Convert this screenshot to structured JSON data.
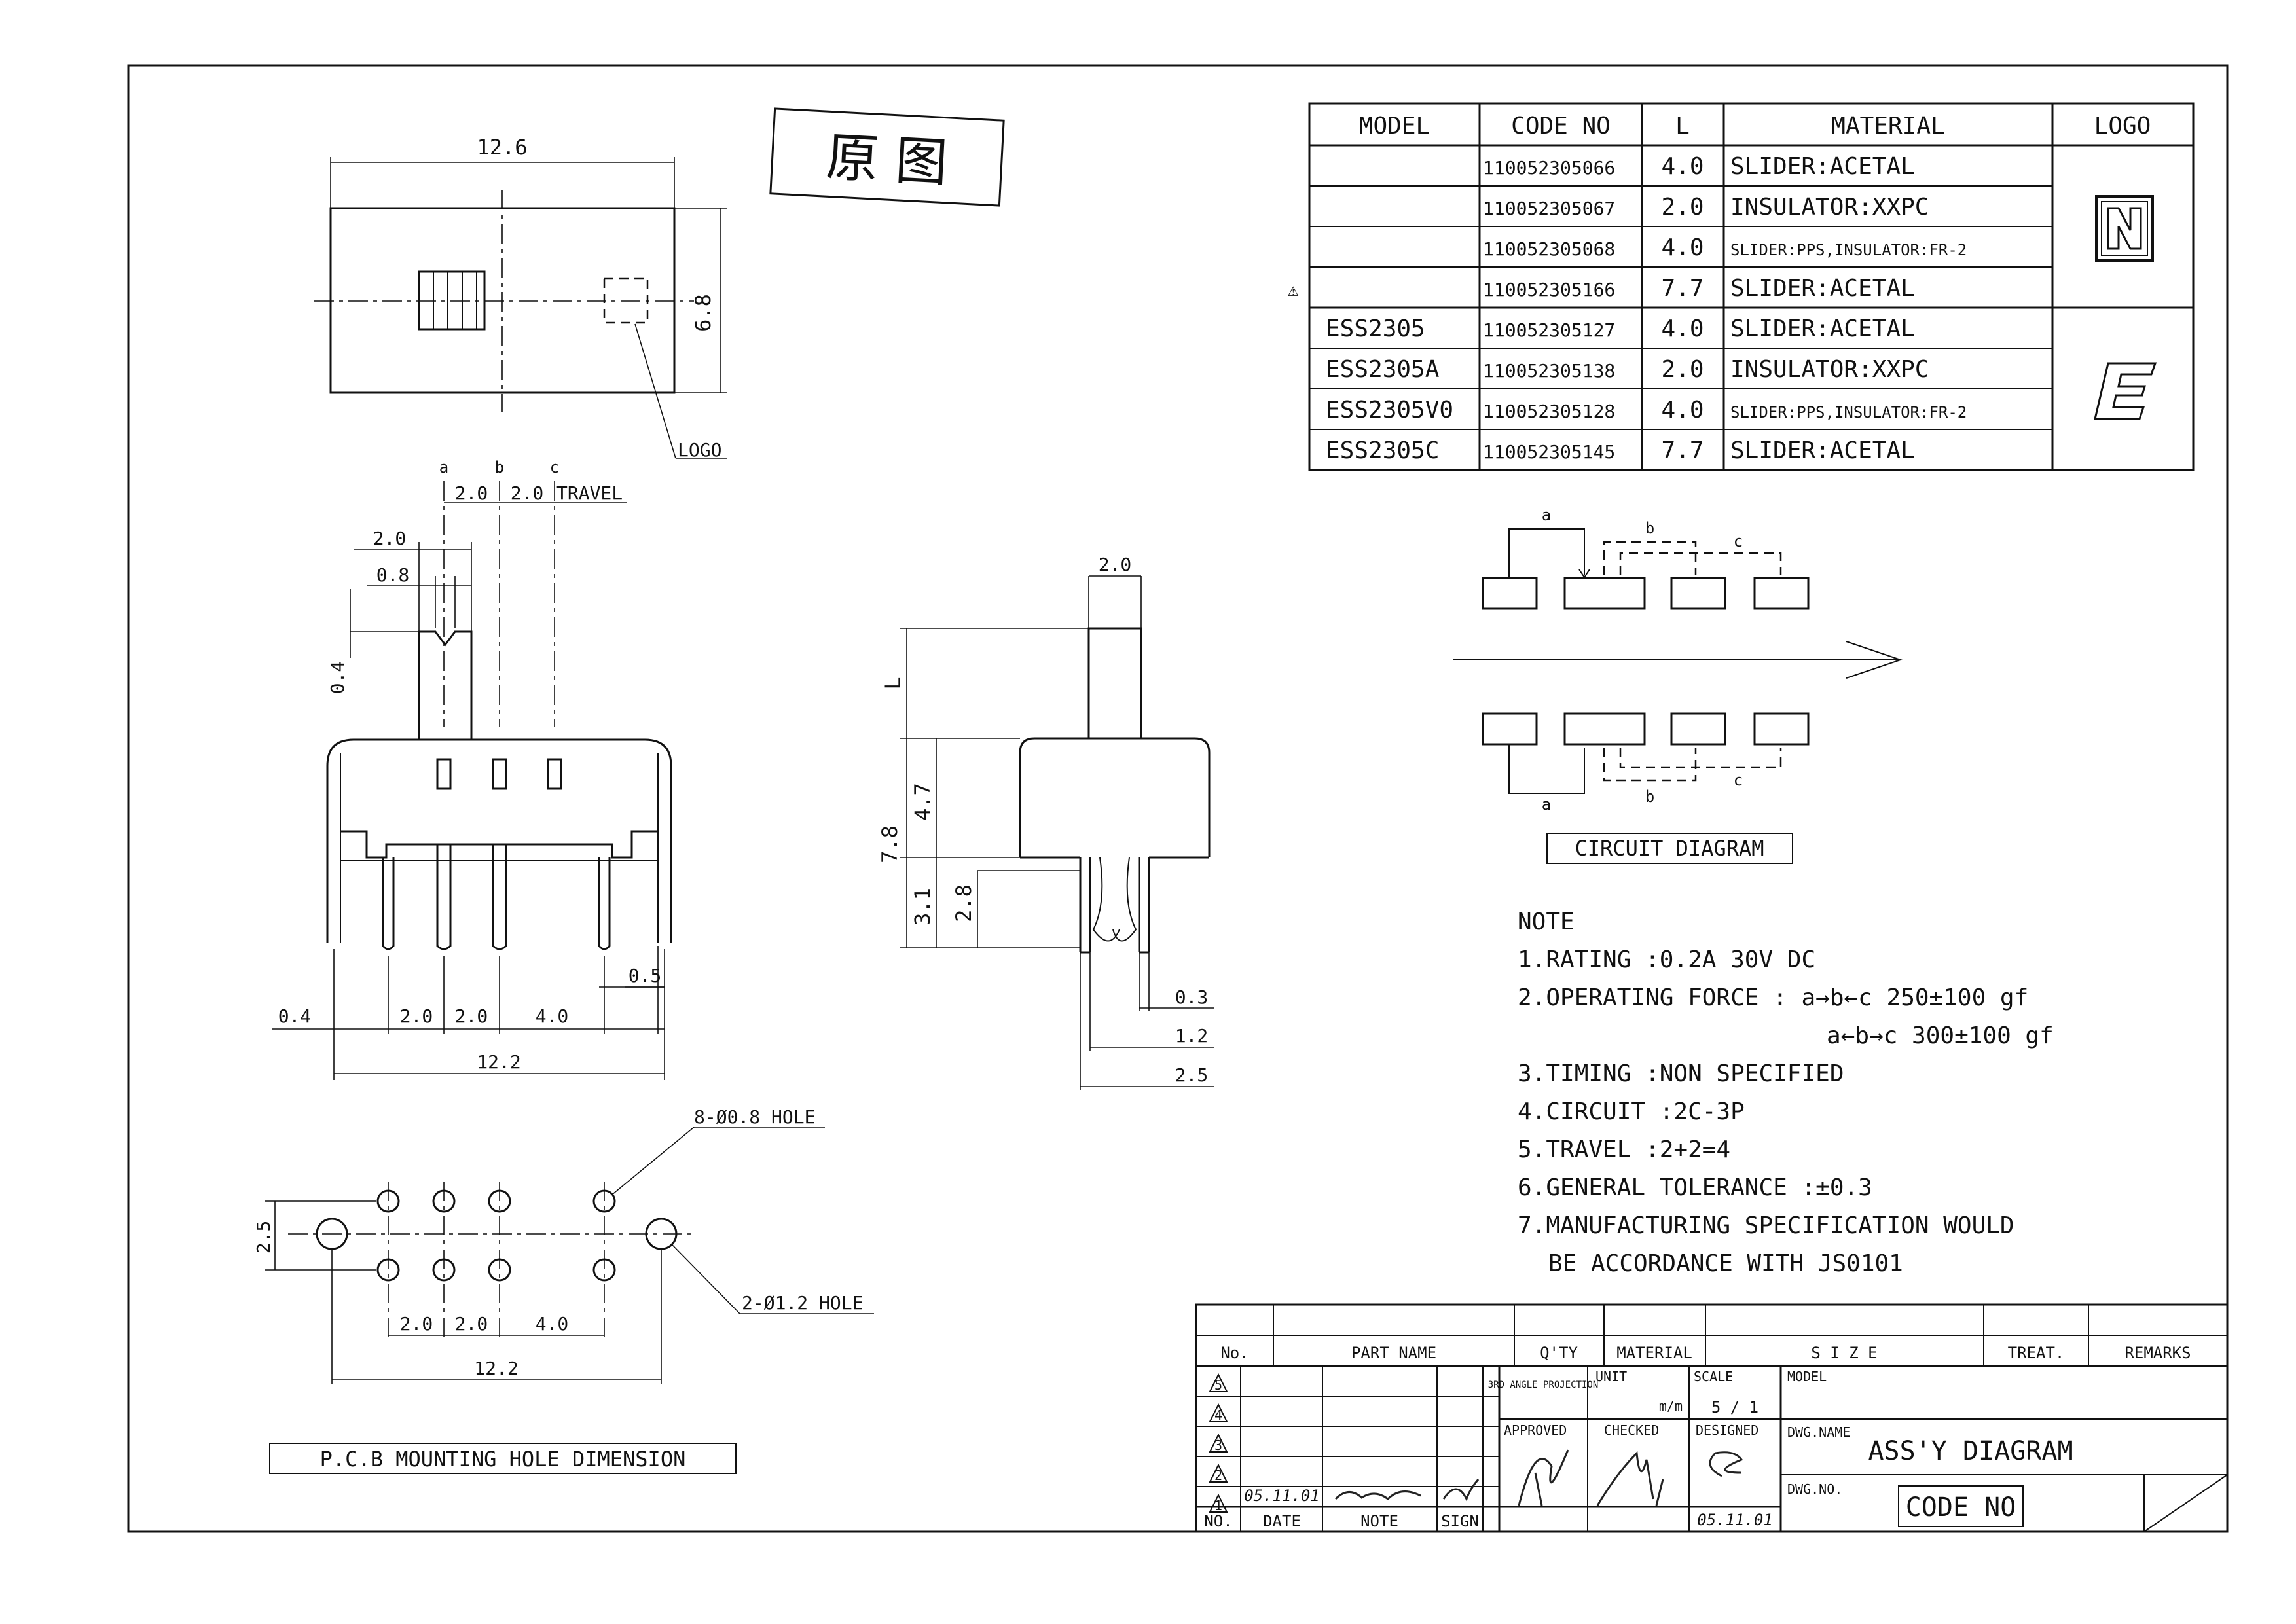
{
  "drawing": {
    "stamp": "原 图",
    "logo_label": "LOGO",
    "top_view": {
      "width": "12.6",
      "height": "6.8"
    },
    "front_view": {
      "pos_labels": [
        "a",
        "b",
        "c"
      ],
      "travel": "2.0 2.0 TRAVEL",
      "travel_a": "2.0",
      "travel_b": "2.0",
      "travel_text": "TRAVEL",
      "dim_2_0": "2.0",
      "dim_0_8": "0.8",
      "dim_0_4_v": "0.4",
      "dim_0_5": "0.5",
      "dim_0_4": "0.4",
      "dim_p1": "2.0",
      "dim_p2": "2.0",
      "dim_p3": "4.0",
      "dim_total": "12.2"
    },
    "side_view": {
      "dim_top": "2.0",
      "dim_L": "L",
      "dim_7_8": "7.8",
      "dim_4_7": "4.7",
      "dim_3_1": "3.1",
      "dim_2_8": "2.8",
      "dim_0_3": "0.3",
      "dim_1_2": "1.2",
      "dim_2_5": "2.5"
    },
    "pcb": {
      "hole_small": "8-Ø0.8 HOLE",
      "hole_large": "2-Ø1.2 HOLE",
      "dim_2_5": "2.5",
      "dim_p1": "2.0",
      "dim_p2": "2.0",
      "dim_p3": "4.0",
      "dim_total": "12.2",
      "caption": "P.C.B MOUNTING HOLE DIMENSION"
    }
  },
  "model_table": {
    "headers": [
      "MODEL",
      "CODE NO",
      "L",
      "MATERIAL",
      "LOGO"
    ],
    "rows": [
      {
        "mark": "",
        "model": "",
        "code": "110052305066",
        "l": "4.0",
        "material": "SLIDER:ACETAL"
      },
      {
        "mark": "",
        "model": "",
        "code": "110052305067",
        "l": "2.0",
        "material": "INSULATOR:XXPC"
      },
      {
        "mark": "",
        "model": "",
        "code": "110052305068",
        "l": "4.0",
        "material": "SLIDER:PPS,INSULATOR:FR-2"
      },
      {
        "mark": "⚠",
        "model": "",
        "code": "110052305166",
        "l": "7.7",
        "material": "SLIDER:ACETAL"
      },
      {
        "mark": "",
        "model": "ESS2305",
        "code": "110052305127",
        "l": "4.0",
        "material": "SLIDER:ACETAL"
      },
      {
        "mark": "",
        "model": "ESS2305A",
        "code": "110052305138",
        "l": "2.0",
        "material": "INSULATOR:XXPC"
      },
      {
        "mark": "",
        "model": "ESS2305V0",
        "code": "110052305128",
        "l": "4.0",
        "material": "SLIDER:PPS,INSULATOR:FR-2"
      },
      {
        "mark": "",
        "model": "ESS2305C",
        "code": "110052305145",
        "l": "7.7",
        "material": "SLIDER:ACETAL"
      }
    ],
    "logos": [
      "N",
      "E"
    ]
  },
  "circuit": {
    "labels": [
      "a",
      "b",
      "c"
    ],
    "caption": "CIRCUIT DIAGRAM"
  },
  "notes": {
    "heading": "NOTE",
    "items": [
      "1.RATING :0.2A 30V DC",
      "2.OPERATING FORCE : a→b←c 250±100 gf",
      "a←b→c 300±100 gf",
      "3.TIMING :NON SPECIFIED",
      "4.CIRCUIT :2C-3P",
      "5.TRAVEL :2+2=4",
      "6.GENERAL TOLERANCE :±0.3",
      "7.MANUFACTURING SPECIFICATION WOULD",
      "BE ACCORDANCE WITH JS0101"
    ]
  },
  "title_block": {
    "headers": [
      "No.",
      "PART NAME",
      "Q'TY",
      "MATERIAL",
      "S I Z E",
      "TREAT.",
      "REMARKS"
    ],
    "revisions": [
      "5",
      "4",
      "3",
      "2",
      "1"
    ],
    "rev1_date": "05.11.01",
    "footer": [
      "NO.",
      "DATE",
      "NOTE",
      "SIGN"
    ],
    "projection": "3RD ANGLE PROJECTION",
    "unit_label": "UNIT",
    "unit_value": "m/m",
    "scale_label": "SCALE",
    "scale_value": "5 / 1",
    "model_label": "MODEL",
    "approved_label": "APPROVED",
    "checked_label": "CHECKED",
    "designed_label": "DESIGNED",
    "designed_date": "05.11.01",
    "dwg_name_label": "DWG.NAME",
    "dwg_name": "ASS'Y DIAGRAM",
    "dwg_no_label": "DWG.NO.",
    "dwg_no": "CODE NO"
  }
}
